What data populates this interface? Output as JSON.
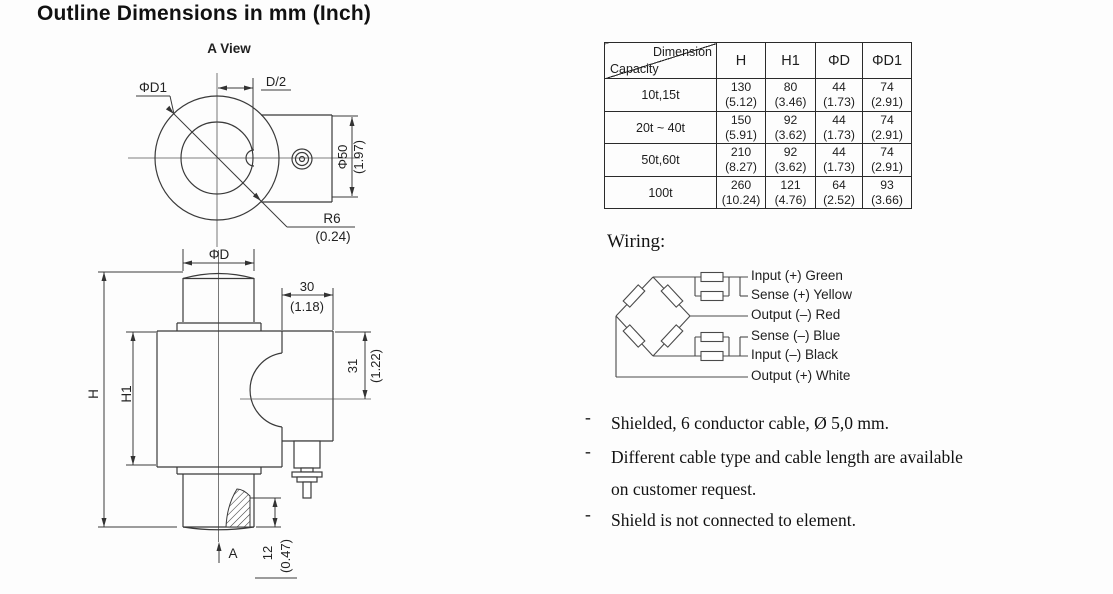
{
  "title": "Outline Dimensions in mm (Inch)",
  "top_view": {
    "label": "A View",
    "dims": {
      "d1": "ΦD1",
      "d_half": "D/2",
      "phi50": "Φ50",
      "phi50_inch": "(1.97)",
      "r6": "R6",
      "r6_inch": "(0.24)"
    }
  },
  "side_view": {
    "dims": {
      "phi_d": "ΦD",
      "h": "H",
      "h1": "H1",
      "w30": "30",
      "w30_inch": "(1.18)",
      "h31": "31",
      "h31_inch": "(1.22)",
      "b12": "12",
      "b12_inch": "(0.47)",
      "a_label": "A"
    }
  },
  "table": {
    "corner": {
      "top": "Dimension",
      "bottom": "Capacity"
    },
    "columns": [
      "H",
      "H1",
      "ΦD",
      "ΦD1"
    ],
    "rows": [
      {
        "capacity": "10t,15t",
        "values": [
          [
            "130",
            "(5.12)"
          ],
          [
            "80",
            "(3.46)"
          ],
          [
            "44",
            "(1.73)"
          ],
          [
            "74",
            "(2.91)"
          ]
        ]
      },
      {
        "capacity": "20t ~ 40t",
        "values": [
          [
            "150",
            "(5.91)"
          ],
          [
            "92",
            "(3.62)"
          ],
          [
            "44",
            "(1.73)"
          ],
          [
            "74",
            "(2.91)"
          ]
        ]
      },
      {
        "capacity": "50t,60t",
        "values": [
          [
            "210",
            "(8.27)"
          ],
          [
            "92",
            "(3.62)"
          ],
          [
            "44",
            "(1.73)"
          ],
          [
            "74",
            "(2.91)"
          ]
        ]
      },
      {
        "capacity": "100t",
        "values": [
          [
            "260",
            "(10.24)"
          ],
          [
            "121",
            "(4.76)"
          ],
          [
            "64",
            "(2.52)"
          ],
          [
            "93",
            "(3.66)"
          ]
        ]
      }
    ]
  },
  "wiring": {
    "title": "Wiring:",
    "labels": [
      "Input (+) Green",
      "Sense (+) Yellow",
      "Output (–) Red",
      "Sense (–) Blue",
      "Input (–) Black",
      "Output (+) White"
    ]
  },
  "notes": [
    {
      "bullet": "-",
      "lines": [
        "Shielded, 6 conductor cable, Ø 5,0 mm."
      ]
    },
    {
      "bullet": "-",
      "lines": [
        "Different cable type and cable length are available",
        "on customer request."
      ]
    },
    {
      "bullet": "-",
      "lines": [
        "Shield is not connected to element."
      ]
    }
  ],
  "colors": {
    "ink": "#1f1f1f",
    "line": "#3a3a3a",
    "background": "#fdfdfd"
  }
}
